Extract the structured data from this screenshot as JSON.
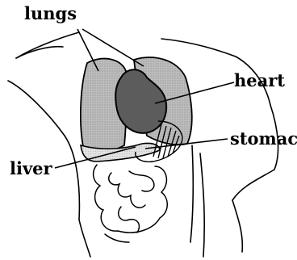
{
  "diagram": {
    "labels": {
      "lungs": "lungs",
      "heart": "heart",
      "stomach": "stomach",
      "liver": "liver"
    },
    "colors": {
      "outline": "#000000",
      "lung_fill": "#b4b4b4",
      "heart_fill": "#5c5c5c",
      "liver_fill": "#c4c4c4",
      "background": "#ffffff"
    }
  }
}
